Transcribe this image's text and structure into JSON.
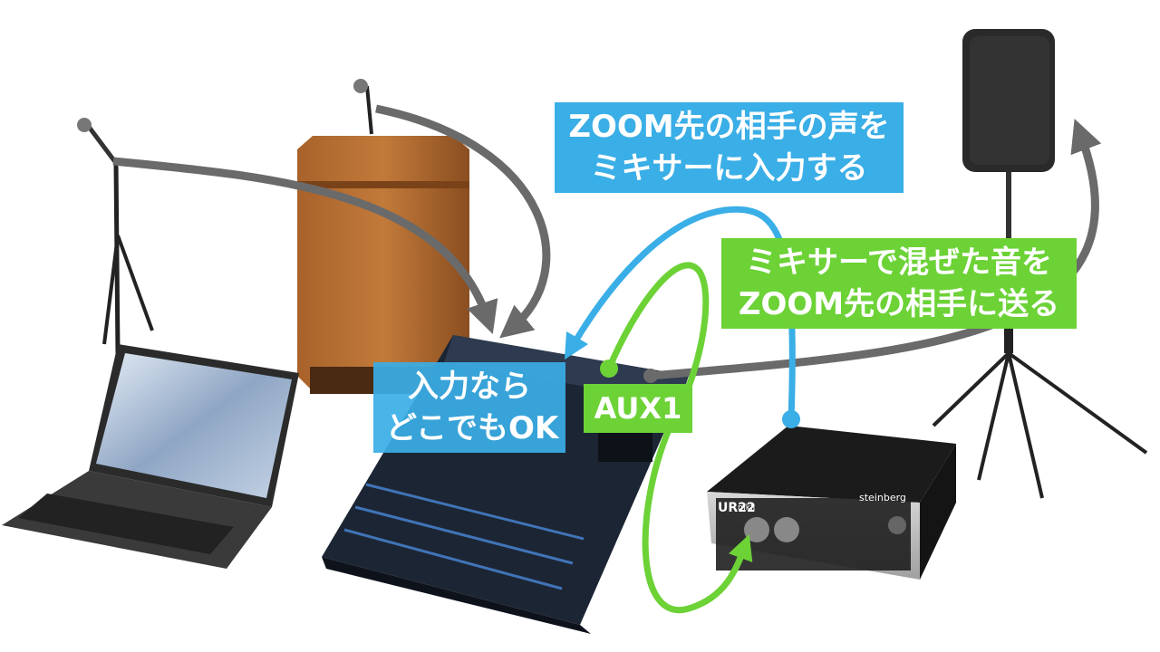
{
  "labels": {
    "zoom_in": [
      "ZOOM先の相手の声を",
      "ミキサーに入力する"
    ],
    "zoom_out": [
      "ミキサーで混ぜた音を",
      "ZOOM先の相手に送る"
    ],
    "input_any": [
      "入力なら",
      "どこでもOK"
    ],
    "aux1": "AUX1"
  },
  "colors": {
    "blue": "#3aaee6",
    "green": "#6cd236",
    "gray_arrow": "#6a6a6a"
  },
  "devices": {
    "interface_model": "UR22",
    "interface_mk": "mkII",
    "interface_brand": "steinberg"
  }
}
